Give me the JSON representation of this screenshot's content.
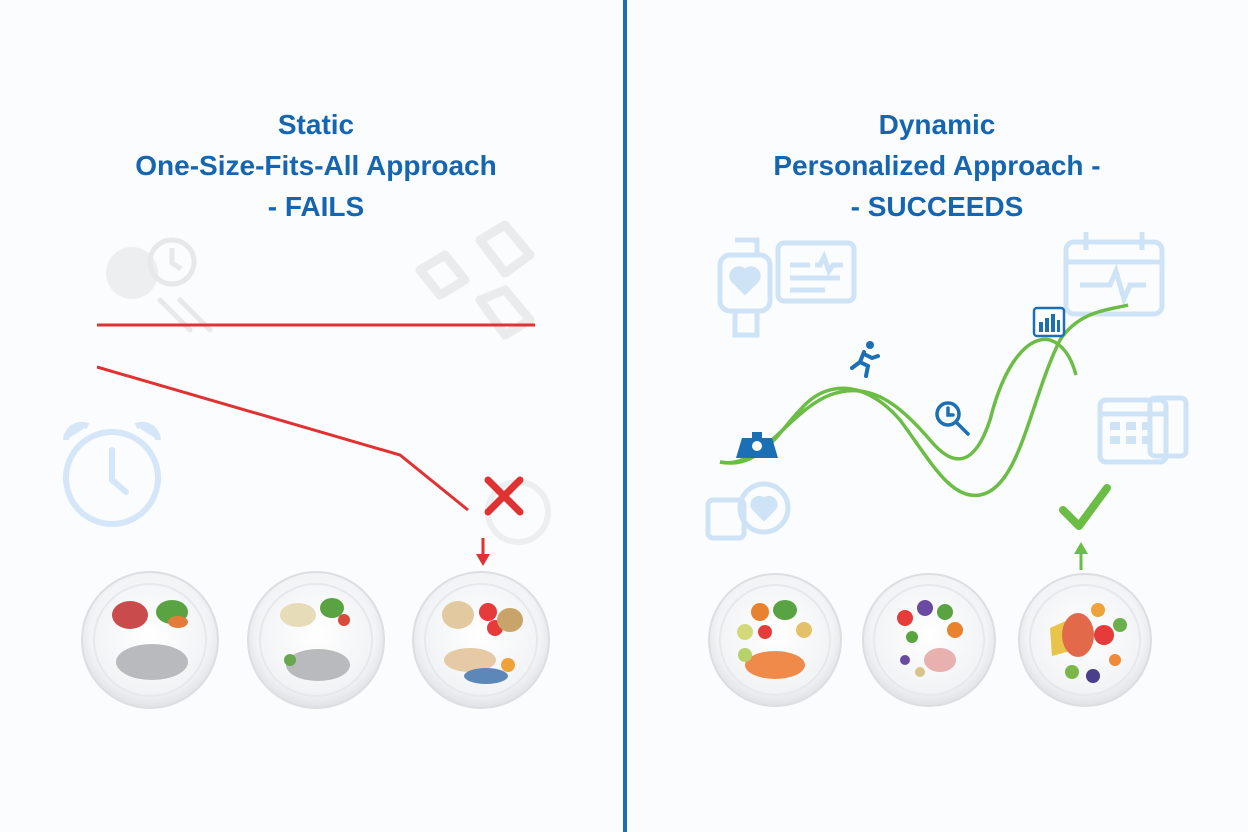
{
  "left_panel": {
    "title_lines": [
      "Static",
      "One-Size-Fits-All Approach",
      "- FAILS"
    ],
    "status": "fail",
    "accent_color": "#e03232",
    "icons": [
      "alarm-clock-icon",
      "clock-icon",
      "chain-link-icon",
      "x-mark-icon",
      "arrow-down-icon"
    ],
    "plates": 3
  },
  "right_panel": {
    "title_lines": [
      "Dynamic",
      "Personalized Approach -",
      "- SUCCEEDS"
    ],
    "status": "success",
    "accent_color": "#6cbd45",
    "icons": [
      "smartwatch-heart-icon",
      "calendar-heartbeat-icon",
      "scale-icon",
      "running-person-icon",
      "magnifier-clock-icon",
      "bar-chart-icon",
      "calendar-icon",
      "check-mark-icon",
      "arrow-up-icon"
    ],
    "plates": 3
  },
  "colors": {
    "title": "#1565b0",
    "divider": "#1a6fb5",
    "faded_icon": "#cfe3f6"
  }
}
